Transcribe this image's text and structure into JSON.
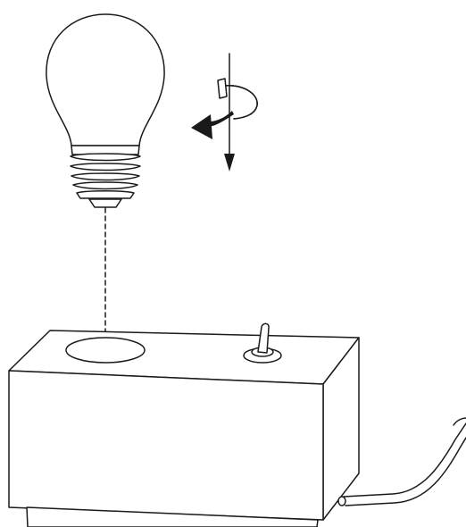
{
  "diagram": {
    "kind": "assembly-instruction",
    "components": [
      "light-bulb",
      "lamp-base-box",
      "toggle-switch",
      "power-cord"
    ],
    "instruction": "screw-in-clockwise",
    "colors": {
      "ink": "#1a1a1a",
      "background": "#ffffff"
    }
  }
}
